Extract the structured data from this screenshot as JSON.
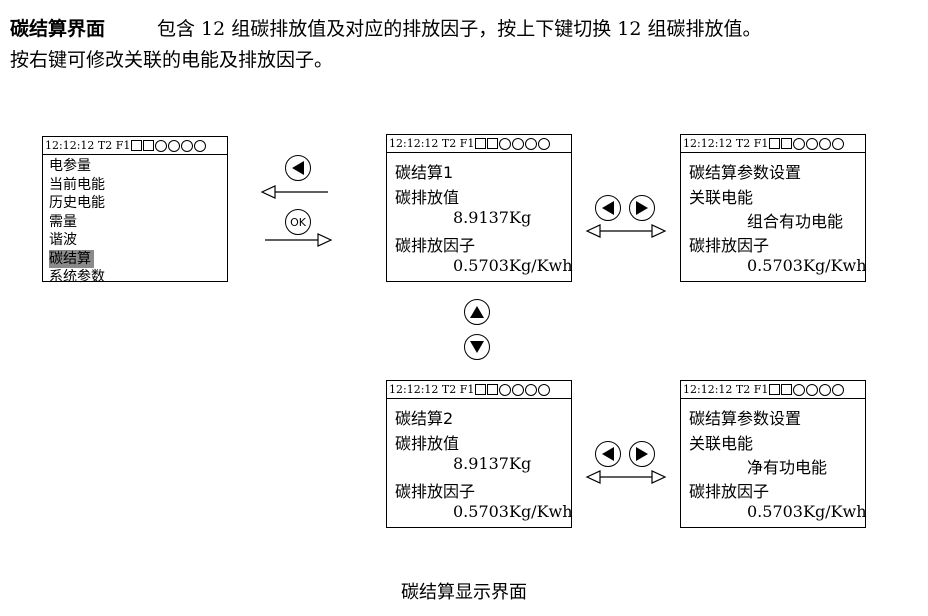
{
  "intro": {
    "heading": "碳结算界面",
    "line1": "包含 12 组碳排放值及对应的排放因子，按上下键切换 12 组碳排放值。",
    "line2": "按右键可修改关联的电能及排放因子。"
  },
  "status_bar": {
    "time": "12:12:12",
    "tariff": "T2",
    "flag": "F1"
  },
  "menu_screen": {
    "items": [
      "电参量",
      "当前电能",
      "历史电能",
      "需量",
      "谐波",
      "碳结算",
      "系统参数"
    ],
    "selected": "碳结算"
  },
  "carbon1": {
    "title": "碳结算1",
    "emission_label": "碳排放值",
    "emission_value": "8.9137Kg",
    "factor_label": "碳排放因子",
    "factor_value": "0.5703Kg/Kwh"
  },
  "carbon2": {
    "title": "碳结算2",
    "emission_label": "碳排放值",
    "emission_value": "8.9137Kg",
    "factor_label": "碳排放因子",
    "factor_value": "0.5703Kg/Kwh"
  },
  "setting1": {
    "title": "碳结算参数设置",
    "energy_label": "关联电能",
    "energy_value": "组合有功电能",
    "factor_label": "碳排放因子",
    "factor_value": "0.5703Kg/Kwh"
  },
  "setting2": {
    "title": "碳结算参数设置",
    "energy_label": "关联电能",
    "energy_value": "净有功电能",
    "factor_label": "碳排放因子",
    "factor_value": "0.5703Kg/Kwh"
  },
  "buttons": {
    "ok_label": "OK",
    "icons": [
      "left-triangle-icon",
      "right-triangle-icon",
      "up-triangle-icon",
      "down-triangle-icon",
      "ok-icon"
    ]
  },
  "caption": "碳结算显示界面"
}
